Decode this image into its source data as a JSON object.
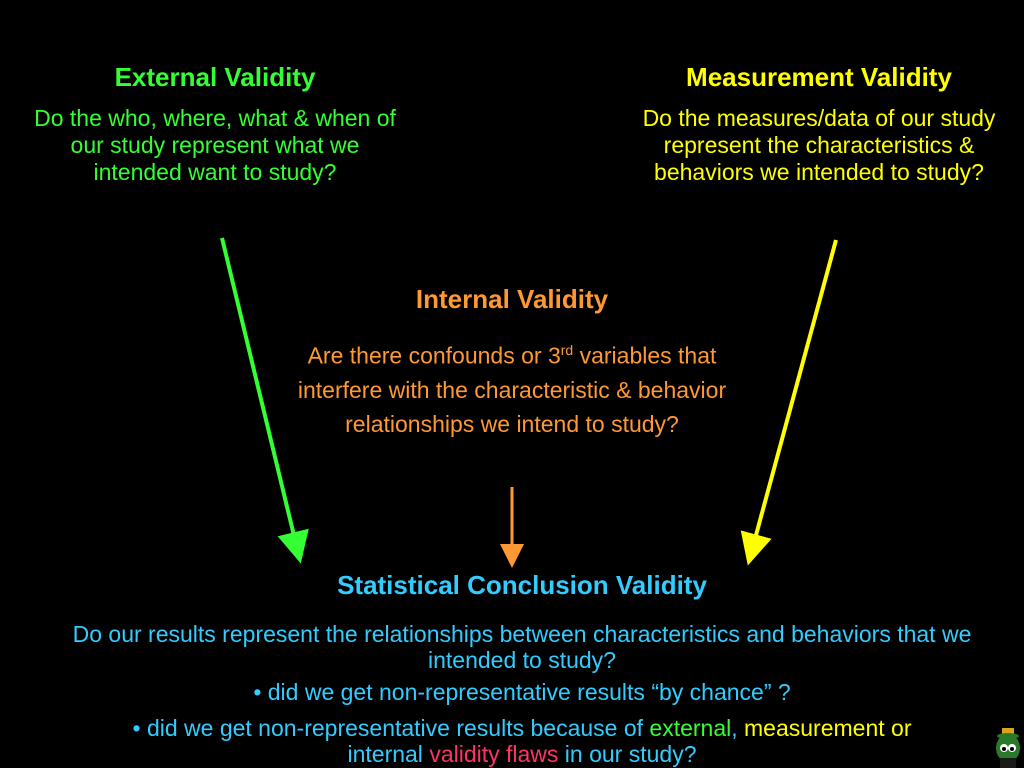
{
  "external": {
    "title": "External Validity",
    "text": "Do the who, where, what & when of our study represent what we intended want to study?"
  },
  "measurement": {
    "title": "Measurement Validity",
    "text": "Do the measures/data of our study represent the characteristics & behaviors we intended to study?"
  },
  "internal": {
    "title": "Internal Validity",
    "text_pre": "Are there confounds or 3",
    "text_sup": "rd",
    "text_post": " variables that interfere with the characteristic & behavior relationships we intend to study?"
  },
  "statistical": {
    "title": "Statistical Conclusion Validity",
    "text": "Do our results represent the relationships between characteristics and behaviors that we intended to study?",
    "bullet1": "• did we get non-representative results “by chance” ?",
    "bullet2_a": "• did we get non-representative results because of ",
    "bullet2_external": "external",
    "bullet2_comma": ", ",
    "bullet2_measurement": "measurement or",
    "bullet2_b": " internal ",
    "bullet2_flaws": "validity flaws",
    "bullet2_c": " in our study?"
  },
  "colors": {
    "external": "#33ff33",
    "measurement": "#ffff00",
    "internal": "#ff9933",
    "statistical": "#33ccff",
    "flaws": "#ff3366",
    "background": "#000000"
  },
  "icons": {
    "corner": "cartoon-character-icon"
  }
}
